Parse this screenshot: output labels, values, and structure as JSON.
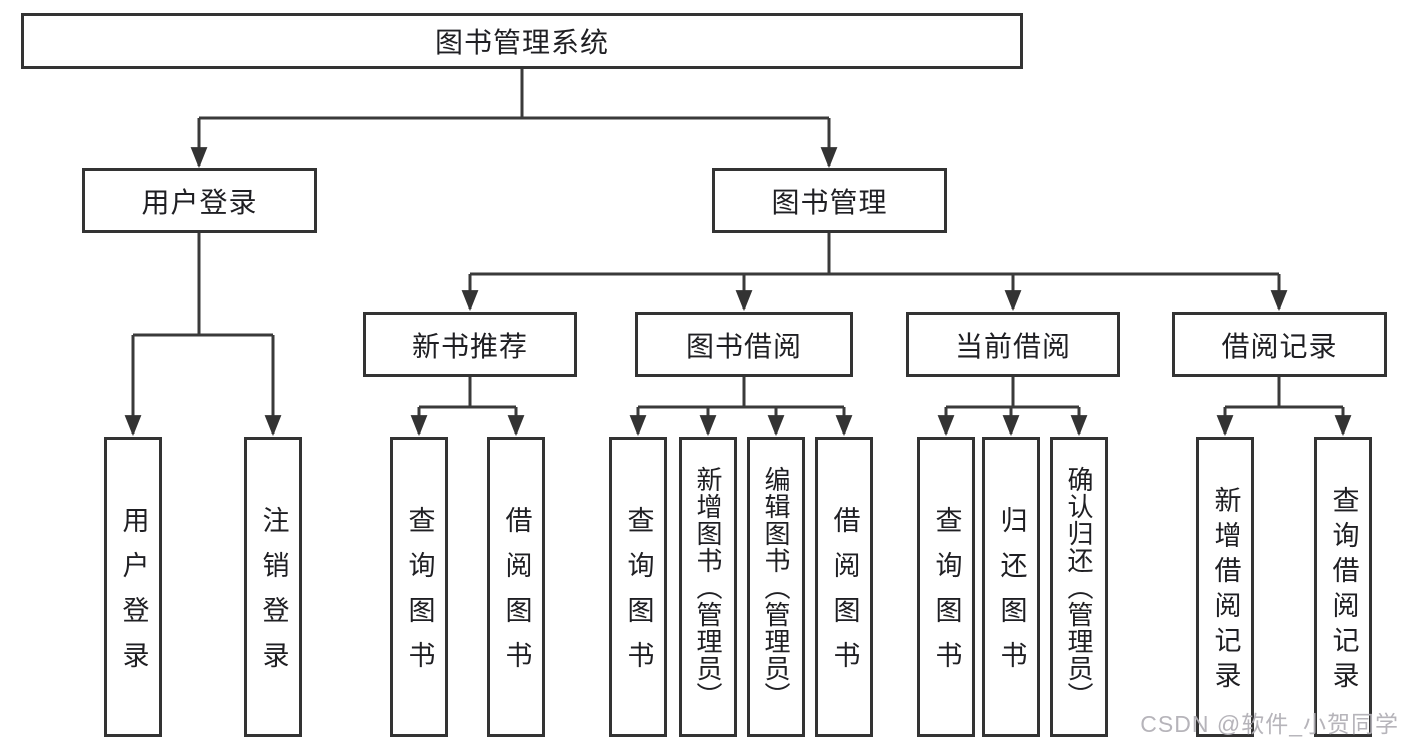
{
  "tree": {
    "root": {
      "label": "图书管理系统",
      "children": [
        {
          "label": "用户登录",
          "children": [
            {
              "label": "用户登录"
            },
            {
              "label": "注销登录"
            }
          ]
        },
        {
          "label": "图书管理",
          "children": [
            {
              "label": "新书推荐",
              "children": [
                {
                  "label": "查询图书"
                },
                {
                  "label": "借阅图书"
                }
              ]
            },
            {
              "label": "图书借阅",
              "children": [
                {
                  "label": "查询图书"
                },
                {
                  "label": "新增图书（管理员）"
                },
                {
                  "label": "编辑图书（管理员）"
                },
                {
                  "label": "借阅图书"
                }
              ]
            },
            {
              "label": "当前借阅",
              "children": [
                {
                  "label": "查询图书"
                },
                {
                  "label": "归还图书"
                },
                {
                  "label": "确认归还（管理员）"
                }
              ]
            },
            {
              "label": "借阅记录",
              "children": [
                {
                  "label": "新增借阅记录"
                },
                {
                  "label": "查询借阅记录"
                }
              ]
            }
          ]
        }
      ]
    }
  },
  "watermark": {
    "text": "CSDN @软件_小贺同学"
  },
  "colors": {
    "line": "#333333",
    "box_border": "#333333",
    "text": "#1f1f23",
    "watermark": "#b2b0b6",
    "background": "#ffffff"
  }
}
